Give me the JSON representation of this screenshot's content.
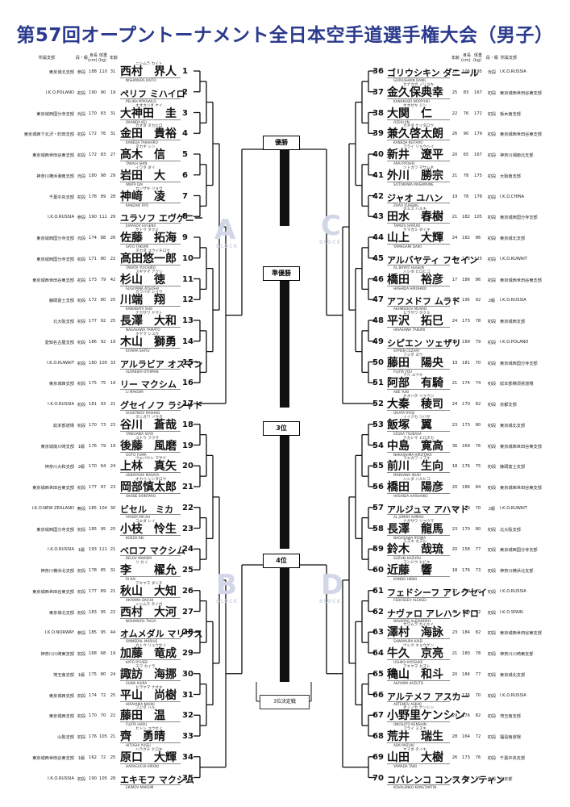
{
  "title": "第57回オープントーナメント全日本空手道選手権大会（男子）",
  "headers": {
    "left": {
      "affiliation": "所属支部",
      "rank": "段・級",
      "height": "身長",
      "height_unit": "(cm)",
      "weight": "体重",
      "weight_unit": "(kg)",
      "age": "年齢"
    },
    "right": {
      "age": "年齢",
      "height": "身長",
      "height_unit": "(cm)",
      "weight": "体重",
      "weight_unit": "(kg)",
      "rank": "段・級",
      "affiliation": "所属支部"
    }
  },
  "blocks": {
    "a": "A",
    "b": "B",
    "c": "C",
    "d": "D",
    "sub": "BLOCK"
  },
  "prizes": {
    "champion": "優勝",
    "runner_up": "準優勝",
    "third": "3位",
    "fourth": "4位",
    "third_place_match": "3位決定戦"
  },
  "left_players": [
    {
      "no": "1",
      "aff": "東京城北支部",
      "rank": "参段",
      "h": "188",
      "w": "110",
      "age": "31",
      "furi": "ニシムラ カイト",
      "name": "西村　界人",
      "rom": "NISHIMURA KAITO"
    },
    {
      "no": "2",
      "aff": "I.K.O.POLAND",
      "rank": "初段",
      "h": "190",
      "w": "90",
      "age": "19",
      "furi": "",
      "name": "ペリフ ミハイロ",
      "rom": "PELIKH MYKHAILO",
      "kata": true
    },
    {
      "no": "3",
      "aff": "東京城西国分寺支部",
      "rank": "弐段",
      "h": "170",
      "w": "83",
      "age": "31",
      "furi": "オオカンダ ケイ",
      "name": "大神田　圭",
      "rom": "OKANDA KEI"
    },
    {
      "no": "4",
      "aff": "東京城西下北沢・町田支部",
      "rank": "初段",
      "h": "172",
      "w": "76",
      "age": "31",
      "furi": "カネダ タカヒロ",
      "name": "金田　貴裕",
      "rom": "KANEDA TAKAHIRO"
    },
    {
      "no": "5",
      "aff": "東京城西世田谷東支部",
      "rank": "初段",
      "h": "172",
      "w": "83",
      "age": "27",
      "furi": "タカギ シン",
      "name": "髙木　信",
      "rom": "TAKAGI SHIN"
    },
    {
      "no": "6",
      "aff": "神奈川横浜港南支部",
      "rank": "弐段",
      "h": "180",
      "w": "98",
      "age": "29",
      "furi": "イワタ ダイ",
      "name": "岩田　大",
      "rom": "IWATA DAI"
    },
    {
      "no": "7",
      "aff": "千葉中央支部",
      "rank": "初段",
      "h": "178",
      "w": "89",
      "age": "28",
      "furi": "カンザキ リョウ",
      "name": "神﨑　凌",
      "rom": "KANZAKI RYO"
    },
    {
      "no": "8",
      "aff": "I.K.O.RUSSIA",
      "rank": "参段",
      "h": "190",
      "w": "111",
      "age": "29",
      "furi": "",
      "name": "ユラソフ エヴゲニー",
      "rom": "JURASOV EVGENII",
      "kata": true
    },
    {
      "no": "9",
      "aff": "東京城西国分寺支部",
      "rank": "弐段",
      "h": "174",
      "w": "88",
      "age": "26",
      "furi": "サトウ タクミ",
      "name": "佐藤　拓海",
      "rom": "SATO TAKUMI"
    },
    {
      "no": "10",
      "aff": "東京城西国分寺支部",
      "rank": "初段",
      "h": "171",
      "w": "80",
      "age": "22",
      "furi": "タカタ ユウイチロウ",
      "name": "髙田悠一郎",
      "rom": "TAKATA YUICHIRO"
    },
    {
      "no": "11",
      "aff": "東京城西世田谷東支部",
      "rank": "初段",
      "h": "173",
      "w": "79",
      "age": "42",
      "furi": "スギヤマ アツシ",
      "name": "杉山　徳",
      "rom": "SUGIYAMA ATSUSHI"
    },
    {
      "no": "12",
      "aff": "静岡富士支部",
      "rank": "初段",
      "h": "172",
      "w": "80",
      "age": "25",
      "furi": "カワバタ ショウ",
      "name": "川端　翔",
      "rom": "KAWABATA SHO"
    },
    {
      "no": "13",
      "aff": "北大阪支部",
      "rank": "初段",
      "h": "177",
      "w": "92",
      "age": "25",
      "furi": "ナガサワ ヤマト",
      "name": "長澤　大和",
      "rom": "NAGASAWA YAMATO"
    },
    {
      "no": "14",
      "aff": "愛知名古屋支部",
      "rank": "初段",
      "h": "186",
      "w": "92",
      "age": "19",
      "furi": "キヤマ シユウ",
      "name": "木山　獅勇",
      "rom": "KIYAMA SHIYU"
    },
    {
      "no": "15",
      "aff": "I.K.O.KUWAIT",
      "rank": "初段",
      "h": "180",
      "w": "100",
      "age": "33",
      "furi": "",
      "name": "アルラビア オスマン",
      "rom": "ALRABIEH OTHMAN",
      "kata": true
    },
    {
      "no": "16",
      "aff": "東京城西支部",
      "rank": "初段",
      "h": "175",
      "w": "75",
      "age": "19",
      "furi": "",
      "name": "リー マクシム",
      "rom": "LI MAKSIM",
      "kata": true
    },
    {
      "no": "17",
      "aff": "I.K.O.RUSSIA",
      "rank": "初段",
      "h": "181",
      "w": "93",
      "age": "21",
      "furi": "",
      "name": "グセイノフ ラシャド",
      "rom": "GUSEYNOV RASHAD",
      "kata": true
    },
    {
      "no": "18",
      "aff": "総本部道場",
      "rank": "初段",
      "h": "170",
      "w": "73",
      "age": "23",
      "furi": "タニガワ ソウタ",
      "name": "谷川　蒼哉",
      "rom": "TANIGAWA SOYA"
    },
    {
      "no": "19",
      "aff": "東京城南川崎支部",
      "rank": "1級",
      "h": "176",
      "w": "79",
      "age": "19",
      "furi": "ゴトウ フウマ",
      "name": "後藤　風磨",
      "rom": "GOTO FUMA"
    },
    {
      "no": "20",
      "aff": "神奈川大和支部",
      "rank": "2級",
      "h": "170",
      "w": "64",
      "age": "24",
      "furi": "ウエバヤシ マサナ",
      "name": "上林　真矢",
      "rom": "UEBAYASHI MASAYA"
    },
    {
      "no": "21",
      "aff": "東京城西世田谷東支部",
      "rank": "初段",
      "h": "177",
      "w": "97",
      "age": "23",
      "furi": "オカベ シンタロウ",
      "name": "岡部慎太郎",
      "rom": "OKABE SHINTARO"
    },
    {
      "no": "22",
      "aff": "I.K.O.NEW ZEALAND",
      "rank": "無段",
      "h": "185",
      "w": "104",
      "age": "30",
      "furi": "",
      "name": "ビセル　ミカ",
      "rom": "VISSER MICAH",
      "kata": true
    },
    {
      "no": "23",
      "aff": "東京城西国分寺支部",
      "rank": "初段",
      "h": "185",
      "w": "95",
      "age": "25",
      "furi": "コエダ レイ",
      "name": "小枝　怜生",
      "rom": "KOEDA REI"
    },
    {
      "no": "24",
      "aff": "I.K.O.RUSSIA",
      "rank": "1級",
      "h": "193",
      "w": "111",
      "age": "21",
      "furi": "",
      "name": "ベロフ マクシム",
      "rom": "BELOV MAKSIM",
      "kata": true
    },
    {
      "no": "25",
      "aff": "神奈川横浜北支部",
      "rank": "初段",
      "h": "178",
      "w": "85",
      "age": "31",
      "furi": "リ カイ",
      "name": "李　　櫂允",
      "rom": "RI KAI"
    },
    {
      "no": "26",
      "aff": "東京城西世田谷東支部",
      "rank": "初段",
      "h": "177",
      "w": "89",
      "age": "21",
      "furi": "アキヤマ ダイチ",
      "name": "秋山　大知",
      "rom": "AKIYAMA DAICHI"
    },
    {
      "no": "27",
      "aff": "東京城北支部",
      "rank": "初段",
      "h": "183",
      "w": "95",
      "age": "22",
      "furi": "ニシムラ タイガ",
      "name": "西村　大河",
      "rom": "NISHIMURA TAIGA"
    },
    {
      "no": "28",
      "aff": "I.K.O.NORWAY",
      "rank": "参段",
      "h": "185",
      "w": "95",
      "age": "44",
      "furi": "",
      "name": "オムメダル マリウス",
      "rom": "OMMEDAL MARIUS",
      "kata": true
    },
    {
      "no": "29",
      "aff": "神奈川川崎東支部",
      "rank": "初段",
      "h": "168",
      "w": "68",
      "age": "19",
      "furi": "カトウ リュウセイ",
      "name": "加藤　竜成",
      "rom": "KATO RYUSEI"
    },
    {
      "no": "30",
      "aff": "埼玉南支部",
      "rank": "1級",
      "h": "175",
      "w": "80",
      "age": "24",
      "furi": "スワ カイラ",
      "name": "諏訪　海挪",
      "rom": "SUWA KAIRA"
    },
    {
      "no": "31",
      "aff": "東京城西支部",
      "rank": "初段",
      "h": "174",
      "w": "72",
      "age": "25",
      "furi": "ヒラヤマ ナオキ",
      "name": "平山　尚樹",
      "rom": "HIRAYAMA NAOKI"
    },
    {
      "no": "32",
      "aff": "東京城西支部",
      "rank": "初段",
      "h": "170",
      "w": "70",
      "age": "22",
      "furi": "フジタ ハル",
      "name": "藤田　温",
      "rom": "FUJITA HARU"
    },
    {
      "no": "33",
      "aff": "山梨支部",
      "rank": "初段",
      "h": "176",
      "w": "105",
      "age": "21",
      "furi": "ヒトシ ユウセイ",
      "name": "齊　勇晴",
      "rom": "HITOSHI YUSEI"
    },
    {
      "no": "34",
      "aff": "東京城西世田谷東支部",
      "rank": "1級",
      "h": "162",
      "w": "72",
      "age": "25",
      "furi": "ハラグチ ヒロキ",
      "name": "原口　大輝",
      "rom": "HARAGUCHI HIROKI"
    },
    {
      "no": "35",
      "aff": "I.K.O.RUSSIA",
      "rank": "初段",
      "h": "190",
      "w": "105",
      "age": "28",
      "furi": "",
      "name": "エキモフ マクシム",
      "rom": "EKIMOV MAKSIM",
      "kata": true
    }
  ],
  "right_players": [
    {
      "no": "36",
      "aff": "I.K.O.RUSSIA",
      "rank": "弐段",
      "h": "106",
      "w": "195",
      "age": "27",
      "furi": "",
      "name": "ゴリウシキン ダニール",
      "rom": "GORIUSHKIN DANIL",
      "kata": true
    },
    {
      "no": "37",
      "aff": "東京城西世田谷東支部",
      "rank": "初段",
      "h": "83",
      "w": "167",
      "age": "25",
      "furi": "カナクボ ノリユキ",
      "name": "金久保典幸",
      "rom": "KANAKUBO NORIYUKI"
    },
    {
      "no": "38",
      "aff": "栃木南支部",
      "rank": "初段",
      "h": "76",
      "w": "172",
      "age": "22",
      "furi": "オオゼキ ジン",
      "name": "大関　仁",
      "rom": "OZEKI JIN"
    },
    {
      "no": "39",
      "aff": "東京城西世田谷東支部",
      "rank": "初段",
      "h": "90",
      "w": "179",
      "age": "26",
      "furi": "カネダ ケイタロウ",
      "name": "兼久啓太朗",
      "rom": "KANEDA KEITARO"
    },
    {
      "no": "40",
      "aff": "神奈川湘南北支部",
      "rank": "初段",
      "h": "65",
      "w": "167",
      "age": "20",
      "furi": "アライ リョウヘイ",
      "name": "新井　遼平",
      "rom": "ARAI RYOHEI"
    },
    {
      "no": "41",
      "aff": "大阪南支部",
      "rank": "初段",
      "h": "78",
      "w": "175",
      "age": "21",
      "furi": "ソトカワ マサムネ",
      "name": "外川　勝宗",
      "rom": "SOTOKAWA MASAMUNE"
    },
    {
      "no": "42",
      "aff": "I.K.O.CHINA",
      "rank": "初段",
      "h": "78",
      "w": "178",
      "age": "19",
      "furi": "",
      "name": "ジャオ ユハン",
      "rom": "ZHAO YUHENG",
      "kata": true
    },
    {
      "no": "43",
      "aff": "東京城西国分寺支部",
      "rank": "初段",
      "h": "182",
      "w": "105",
      "age": "21",
      "furi": "タミズ ハルキ",
      "name": "田水　春樹",
      "rom": "TAMIZU HARUKI"
    },
    {
      "no": "44",
      "aff": "東京城北支部",
      "rank": "初段",
      "h": "182",
      "w": "86",
      "age": "24",
      "furi": "ヤマガミ ダイキ",
      "name": "山上　大輝",
      "rom": "YAMAGAMI DAIKI"
    },
    {
      "no": "45",
      "aff": "I.K.O.KUWAIT",
      "rank": "初段",
      "h": "178",
      "w": "125",
      "age": "21",
      "furi": "",
      "name": "アルバヤティ フセイン",
      "rom": "AL BAYATI HUSEIN",
      "kata": true
    },
    {
      "no": "46",
      "aff": "東京城西世田谷東支部",
      "rank": "初段",
      "h": "186",
      "w": "86",
      "age": "17",
      "furi": "ハシダ ヒロヒコ",
      "name": "橋田　裕彦",
      "rom": "HASHIDA HIROHIKO"
    },
    {
      "no": "47",
      "aff": "I.K.O.RUSSIA",
      "rank": "2級",
      "h": "195",
      "w": "92",
      "age": "18",
      "furi": "",
      "name": "アフメドフ ムラド",
      "rom": "AKHMEDOV MURAD",
      "kata": true
    },
    {
      "no": "48",
      "aff": "東京城西支部",
      "rank": "初段",
      "h": "173",
      "w": "78",
      "age": "24",
      "furi": "ヒラサワ タクミ",
      "name": "平沢　拓巳",
      "rom": "HIRASAWA TAKUMI"
    },
    {
      "no": "49",
      "aff": "I.K.O.POLAND",
      "rank": "初段",
      "h": "189",
      "w": "79",
      "age": "19",
      "furi": "",
      "name": "シピエン ツェザリ",
      "rom": "SYPIEN CEZARY",
      "kata": true
    },
    {
      "no": "50",
      "aff": "東京城西国分寺支部",
      "rank": "初段",
      "h": "181",
      "w": "70",
      "age": "19",
      "furi": "フジタ ヨウ",
      "name": "藤田　陽央",
      "rom": "FUJITA YOU"
    },
    {
      "no": "51",
      "aff": "総本部横須賀道場",
      "rank": "初段",
      "h": "174",
      "w": "74",
      "age": "21",
      "furi": "アベ ユウキ",
      "name": "阿部　有騎",
      "rom": "ABE YUKI"
    },
    {
      "no": "52",
      "aff": "京都支部",
      "rank": "初段",
      "h": "170",
      "w": "82",
      "age": "24",
      "furi": "オオハタ リョウジ",
      "name": "大秦　稜司",
      "rom": "OHATA RYOJI"
    },
    {
      "no": "53",
      "aff": "東京城北支部",
      "rank": "初段",
      "h": "173",
      "w": "80",
      "age": "23",
      "furi": "イイヅカ ツバサ",
      "name": "飯塚　翼",
      "rom": "IIZUKA TSUBASA"
    },
    {
      "no": "54",
      "aff": "東京城西世田谷東支部",
      "rank": "初段",
      "h": "169",
      "w": "76",
      "age": "36",
      "furi": "ナカシマ ヒロタカ",
      "name": "中島　寛高",
      "rom": "NAKASHIMA HIROTAKA"
    },
    {
      "no": "55",
      "aff": "静岡富士支部",
      "rank": "初段",
      "h": "176",
      "w": "75",
      "age": "18",
      "furi": "マエカワ イブキ",
      "name": "前川　生向",
      "rom": "MAEKAWA IBUKI"
    },
    {
      "no": "56",
      "aff": "東京城西世田谷東支部",
      "rank": "初段",
      "h": "186",
      "w": "84",
      "age": "20",
      "furi": "ハシダ ハルヒコ",
      "name": "橋田　陽彦",
      "rom": "HASHIDA HARUHIKO"
    },
    {
      "no": "57",
      "aff": "I.K.O.KUWAIT",
      "rank": "2級",
      "h": "179",
      "w": "70",
      "age": "30",
      "furi": "",
      "name": "アルジュマ アハマド",
      "rom": "AL JUMAH AHMAD",
      "kata": true
    },
    {
      "no": "58",
      "aff": "北大阪支部",
      "rank": "初段",
      "h": "170",
      "w": "80",
      "age": "23",
      "furi": "ナガサワ リョウマ",
      "name": "長澤　龍馬",
      "rom": "NAGASAWA RYOMA"
    },
    {
      "no": "59",
      "aff": "東京城西国分寺支部",
      "rank": "初段",
      "h": "158",
      "w": "77",
      "age": "20",
      "furi": "スズキ カズル",
      "name": "鈴木　哉琉",
      "rom": "SUZUKI KAZURU"
    },
    {
      "no": "60",
      "aff": "神奈川横浜北支部",
      "rank": "初段",
      "h": "176",
      "w": "73",
      "age": "18",
      "furi": "コンドウ ヒビキ",
      "name": "近藤　響",
      "rom": "KONDO HIBIKI"
    },
    {
      "no": "61",
      "aff": "I.K.O.RUSSIA",
      "rank": "初段",
      "h": "179",
      "w": "70",
      "age": "27",
      "furi": "",
      "name": "フェドシーフ アレクセイ",
      "rom": "FEDOSEEV ALEKSEI",
      "kata": true
    },
    {
      "no": "62",
      "aff": "I.K.O.SPAIN",
      "rank": "初段",
      "h": "180",
      "w": "92",
      "age": "49",
      "furi": "",
      "name": "ナヴァロ アレハンドロ",
      "rom": "NAVARRO ALEJANDRO",
      "kata": true
    },
    {
      "no": "63",
      "aff": "東京城西世田谷東支部",
      "rank": "初段",
      "h": "184",
      "w": "82",
      "age": "23",
      "furi": "サワムラ カイエイ",
      "name": "澤村　海詠",
      "rom": "SAWAMURA KAIEI"
    },
    {
      "no": "64",
      "aff": "神奈川川崎東支部",
      "rank": "初段",
      "h": "180",
      "w": "78",
      "age": "21",
      "furi": "ウシク キョウゲン",
      "name": "牛久　京亮",
      "rom": "USHIKU KYOSUKE"
    },
    {
      "no": "65",
      "aff": "東京城北支部",
      "rank": "初段",
      "h": "184",
      "w": "77",
      "age": "20",
      "furi": "アキヤマ カズト",
      "name": "穐山　和斗",
      "rom": "AKIYAMA KAZUTO"
    },
    {
      "no": "66",
      "aff": "I.K.O.RUSSIA",
      "rank": "初段",
      "h": "176",
      "w": "70",
      "age": "27",
      "furi": "",
      "name": "アルテメフ アスカー",
      "rom": "ARTEMEV ASKAR",
      "kata": true
    },
    {
      "no": "67",
      "aff": "埼玉南支部",
      "rank": "初段",
      "h": "176",
      "w": "82",
      "age": "29",
      "furi": "オノノセ ケンシン",
      "name": "小野里ケンシン",
      "rom": "ONOSATO KENSHIN"
    },
    {
      "no": "68",
      "aff": "福島南道場",
      "rank": "初段",
      "h": "164",
      "w": "72",
      "age": "28",
      "furi": "アライ ミズキ",
      "name": "荒井　瑞生",
      "rom": "ARAI MIZUKI"
    },
    {
      "no": "69",
      "aff": "千葉中央支部",
      "rank": "初段",
      "h": "173",
      "w": "76",
      "age": "26",
      "furi": "ヤマダ タイキ",
      "name": "山田　大樹",
      "rom": "YAMADA TAIKI"
    },
    {
      "no": "70",
      "aff": "総本部",
      "rank": "参段",
      "h": "182",
      "w": "95",
      "age": "30",
      "furi": "",
      "name": "コバレンコ コンスタンティン",
      "rom": "KOVALENKO KONSTANTIN",
      "kata": true
    }
  ]
}
